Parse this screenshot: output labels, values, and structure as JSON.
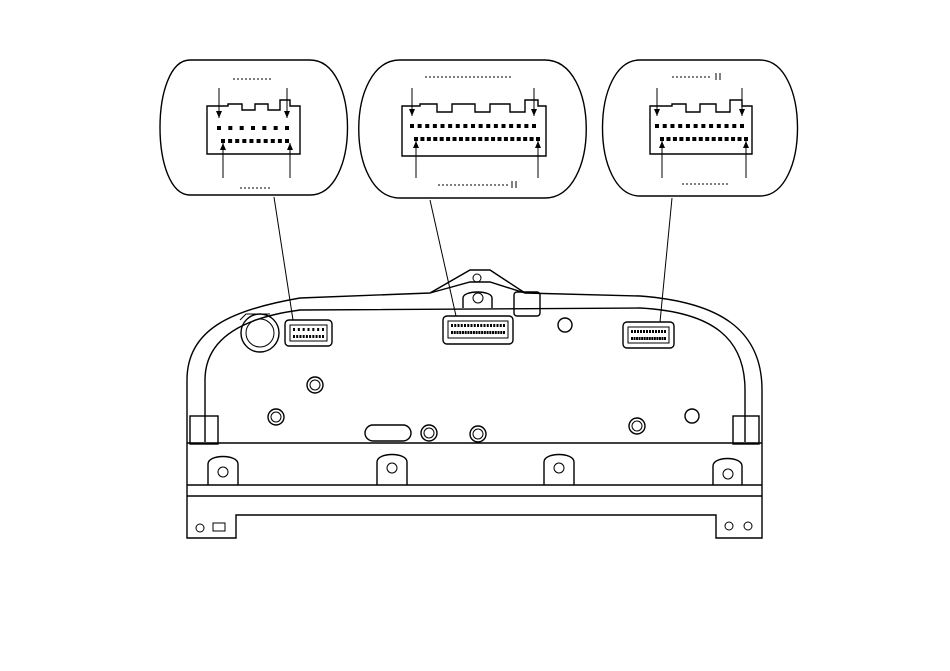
{
  "diagram": {
    "colors": {
      "line": "#000000",
      "background": "#ffffff"
    },
    "connectors": [
      {
        "id": "left",
        "top_pins": 7,
        "bottom_pins": 10
      },
      {
        "id": "center",
        "top_pins": 17,
        "bottom_pins": 20
      },
      {
        "id": "right",
        "top_pins": 12,
        "bottom_pins": 14
      }
    ]
  }
}
